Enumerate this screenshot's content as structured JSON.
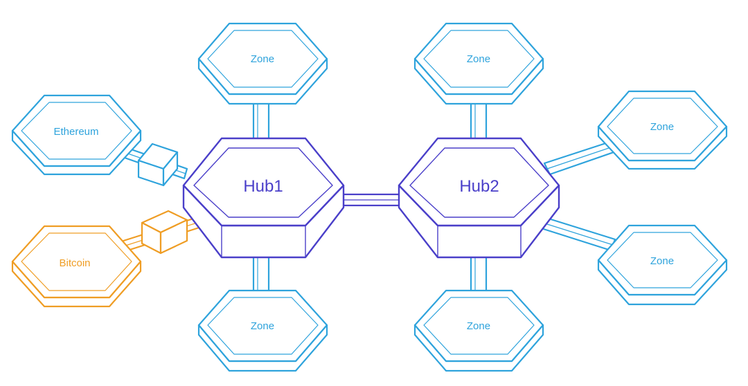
{
  "colors": {
    "zone": "#2ea3dc",
    "hub": "#4a3fc9",
    "bitcoin": "#ef9d24",
    "background": "#ffffff"
  },
  "hubs": {
    "hub1": {
      "label": "Hub1"
    },
    "hub2": {
      "label": "Hub2"
    }
  },
  "zones": {
    "ethereum": {
      "label": "Ethereum"
    },
    "bitcoin": {
      "label": "Bitcoin"
    },
    "hub1_top": {
      "label": "Zone"
    },
    "hub1_bottom": {
      "label": "Zone"
    },
    "hub2_top": {
      "label": "Zone"
    },
    "hub2_right_top": {
      "label": "Zone"
    },
    "hub2_right_bottom": {
      "label": "Zone"
    },
    "hub2_bottom": {
      "label": "Zone"
    }
  }
}
